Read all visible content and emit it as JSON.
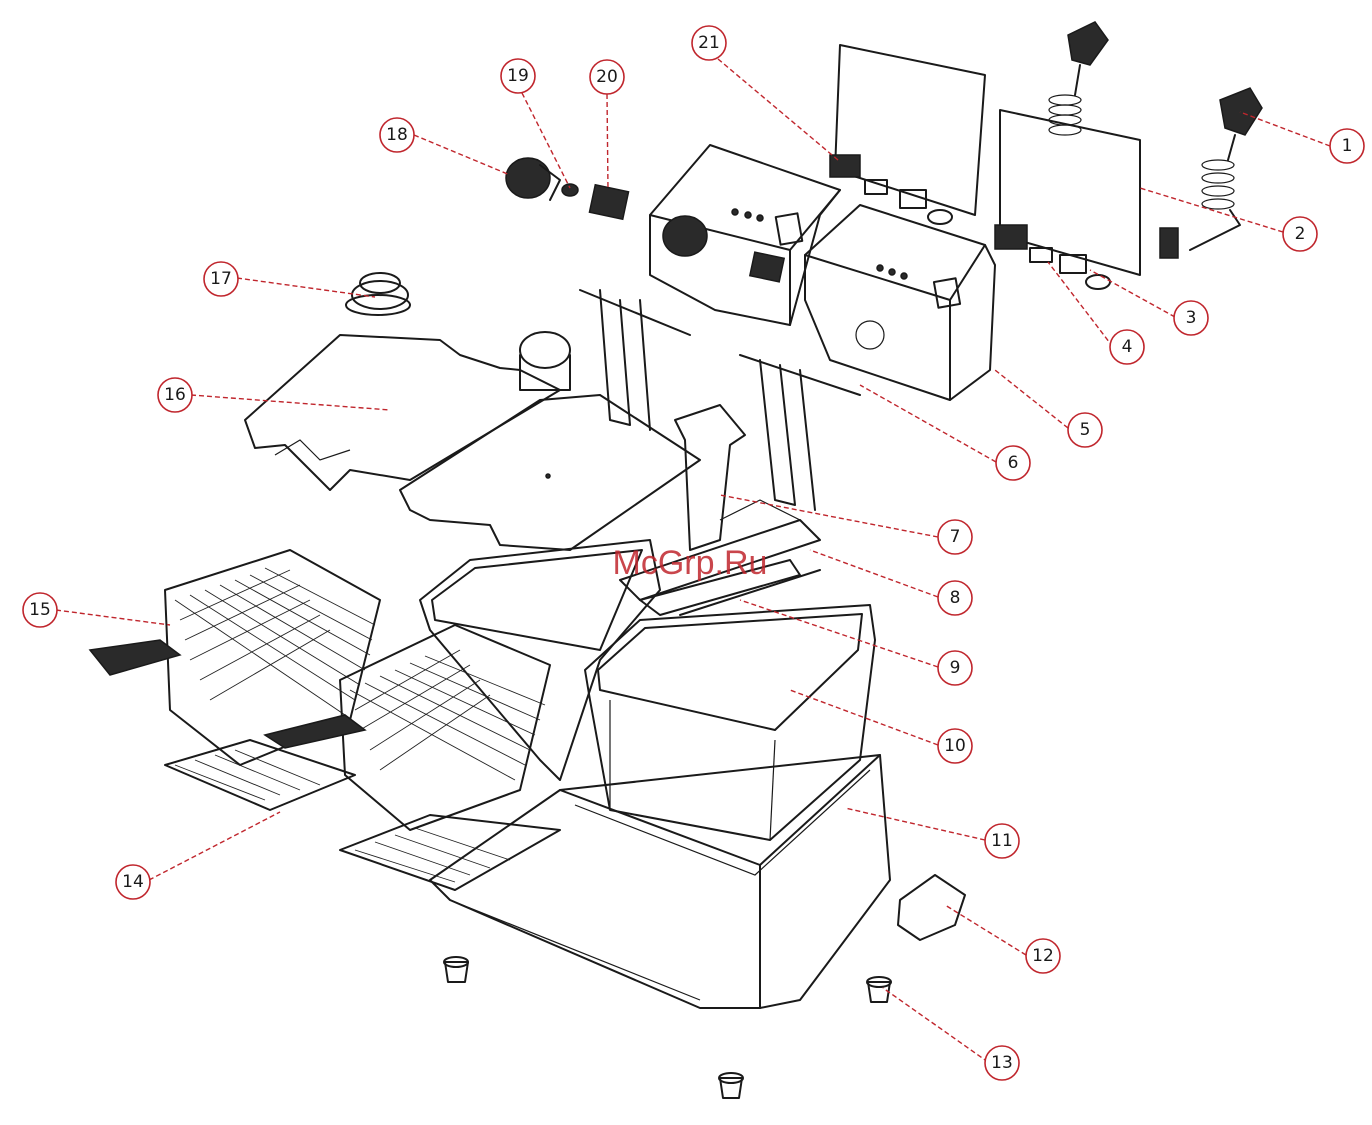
{
  "watermark": "McGrp.Ru",
  "colors": {
    "leader": "#c0262d",
    "ink": "#1a1a1a",
    "background": "#ffffff"
  },
  "callouts": [
    {
      "label": "1"
    },
    {
      "label": "2"
    },
    {
      "label": "3"
    },
    {
      "label": "4"
    },
    {
      "label": "5"
    },
    {
      "label": "6"
    },
    {
      "label": "7"
    },
    {
      "label": "8"
    },
    {
      "label": "9"
    },
    {
      "label": "10"
    },
    {
      "label": "11"
    },
    {
      "label": "12"
    },
    {
      "label": "13"
    },
    {
      "label": "14"
    },
    {
      "label": "15"
    },
    {
      "label": "16"
    },
    {
      "label": "17"
    },
    {
      "label": "18"
    },
    {
      "label": "19"
    },
    {
      "label": "20"
    },
    {
      "label": "21"
    }
  ]
}
